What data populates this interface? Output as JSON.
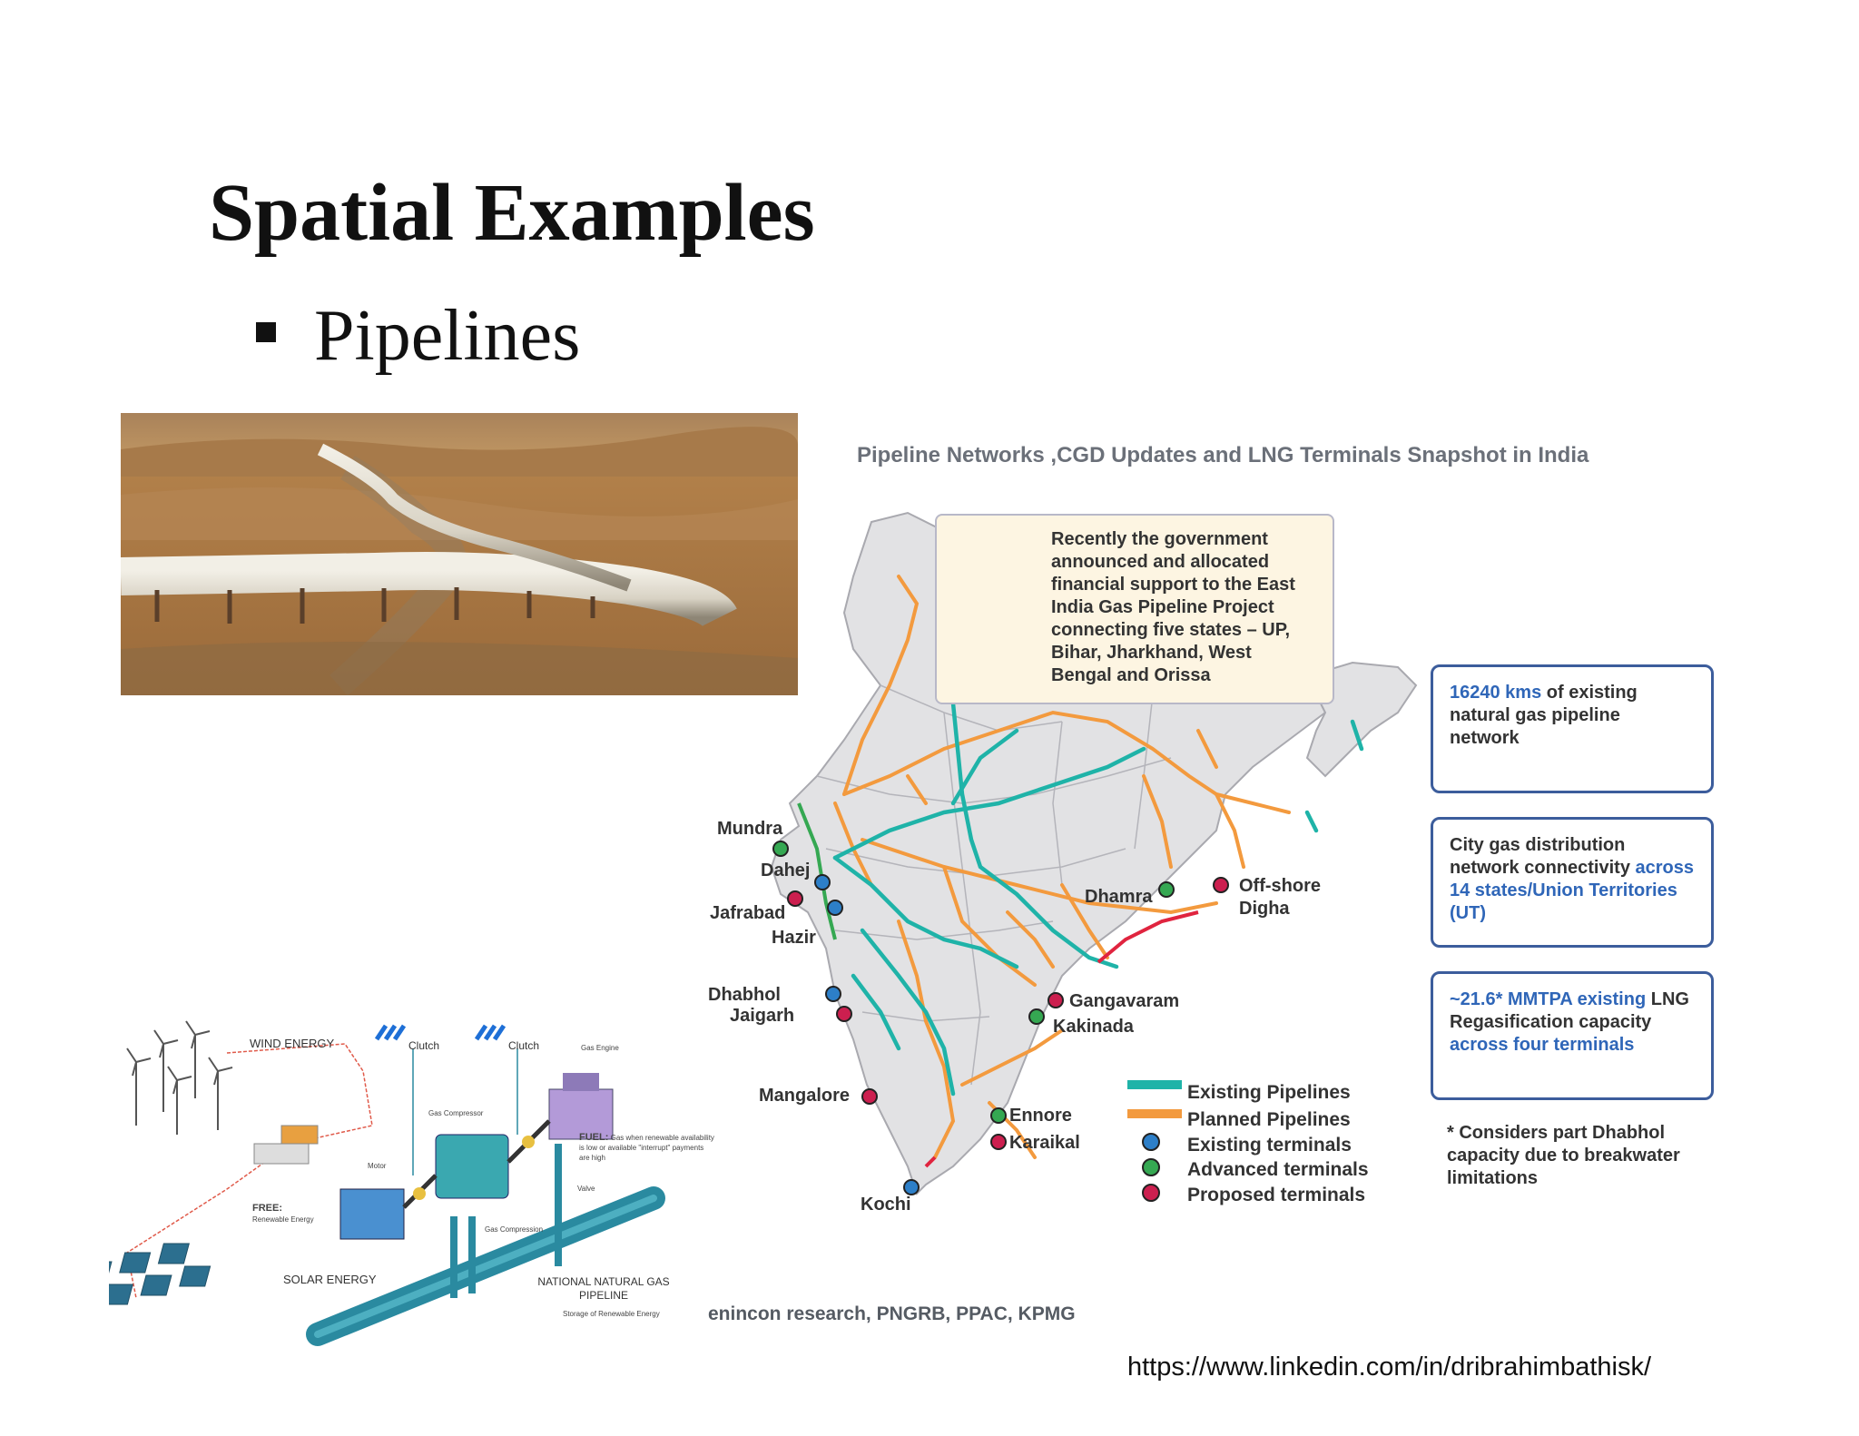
{
  "slide": {
    "title": "Spatial Examples",
    "bullet": "Pipelines",
    "url": "https://www.linkedin.com/in/dribrahimbathisk/"
  },
  "map": {
    "title": "Pipeline Networks ,CGD Updates and LNG Terminals Snapshot in India",
    "announcement": "Recently the government announced and allocated financial support to the East India Gas Pipeline Project connecting five states – UP, Bihar, Jharkhand, West Bengal and Orissa",
    "cities": {
      "mundra": "Mundra",
      "dahej": "Dahej",
      "jafrabad": "Jafrabad",
      "hazir": "Hazir",
      "dhabhol": "Dhabhol",
      "jaigarh": "Jaigarh",
      "mangalore": "Mangalore",
      "kochi": "Kochi",
      "ennore": "Ennore",
      "karaikal": "Karaikal",
      "kakinada": "Kakinada",
      "gangavaram": "Gangavaram",
      "dhamra": "Dhamra",
      "offshore": "Off-shore",
      "digha": "Digha"
    },
    "legend": {
      "existing_pipelines": "Existing Pipelines",
      "planned_pipelines": "Planned Pipelines",
      "existing_terminals": "Existing terminals",
      "advanced_terminals": "Advanced terminals",
      "proposed_terminals": "Proposed terminals"
    },
    "colors": {
      "existing": "#1fb3a8",
      "planned": "#f39a3e",
      "red_line": "#e0243f",
      "existing_terminal": "#2d7fc8",
      "advanced_terminal": "#35a852",
      "proposed_terminal": "#cc1f4f",
      "land": "#e2e2e4",
      "border": "#a9a9af"
    },
    "callout1": {
      "highlight": "16240 kms",
      "text": "of existing natural gas pipeline network"
    },
    "callout2": {
      "text": "City gas distribution network connectivity",
      "highlight": "across 14 states/Union Territories (UT)"
    },
    "callout3": {
      "highlight_a": "~21.6* MMTPA existing",
      "text": "LNG Regasification capacity",
      "highlight_b": "across four terminals"
    },
    "note": "* Considers part Dhabhol capacity due to breakwater limitations",
    "source": "enincon research, PNGRB, PPAC, KPMG"
  },
  "diagram": {
    "wind": "WIND ENERGY",
    "solar": "SOLAR ENERGY",
    "clutch1": "Clutch",
    "clutch2": "Clutch",
    "gas_engine": "Gas Engine",
    "gas_compressor": "Gas Compressor",
    "motor": "Motor",
    "gas_compression": "Gas Compression",
    "valve": "Valve",
    "fuel_title": "FUEL:",
    "fuel_text": "Gas when renewable availability is low or available \"interrupt\" payments are high",
    "free_title": "FREE:",
    "free_text": "Renewable Energy",
    "national": "NATIONAL NATURAL GAS PIPELINE",
    "storage": "Storage of Renewable Energy"
  }
}
